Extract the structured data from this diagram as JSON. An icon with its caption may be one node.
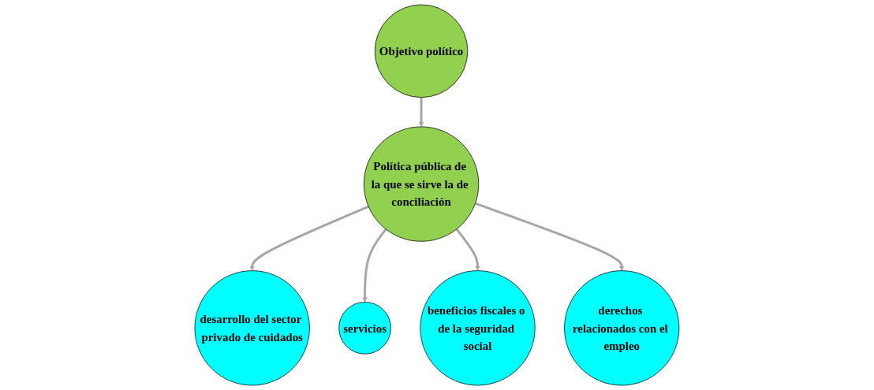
{
  "diagram": {
    "nodes": [
      {
        "text": [
          "Objetivo político"
        ]
      },
      {
        "text": [
          "desarrollo del sector privado de cuidados"
        ]
      },
      {
        "text": [
          "servicios"
        ]
      },
      {
        "text": [
          "Política pública de la que se sirve la de conciliación"
        ]
      },
      {
        "text": [
          "beneficios fiscales o de la seguridad social"
        ]
      },
      {
        "text": [
          "derechos relacionados con el empleo"
        ]
      }
    ],
    "edges": [
      {
        "from": 0,
        "to": 3,
        "arrow": "to"
      },
      {
        "from": 3,
        "to": 1,
        "arrow": "to"
      },
      {
        "from": 3,
        "to": 2,
        "arrow": "to"
      },
      {
        "from": 3,
        "to": 4,
        "arrow": "to"
      },
      {
        "from": 3,
        "to": 5,
        "arrow": "to"
      }
    ]
  }
}
